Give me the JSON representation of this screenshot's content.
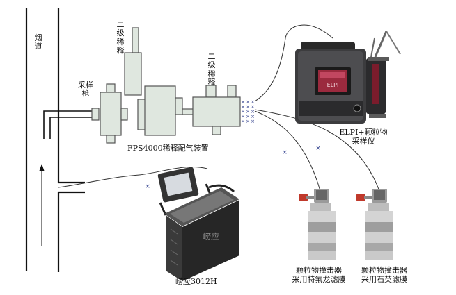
{
  "labels": {
    "flue": "烟道",
    "probe": "采样枪",
    "secondary_dilution_a": "二级稀释",
    "secondary_dilution_b": "二级稀释",
    "fps4000": "FPS4000稀释配气装置",
    "elpi_line1": "ELPI+颗粒物",
    "elpi_line2": "采样仪",
    "laoying": "崂应3012H",
    "impactor1_line1": "颗粒物撞击器",
    "impactor1_line2": "采用特氟龙滤膜",
    "impactor2_line1": "颗粒物撞击器",
    "impactor2_line2": "采用石英滤膜"
  },
  "instrument": {
    "elpi_screen_text": "ELPI",
    "laoying_brand_text": "崂应"
  },
  "colors": {
    "device_fill": "#dfe7df",
    "device_stroke": "#555555",
    "duct_line": "#111111",
    "marker": "#2e3e8c"
  }
}
